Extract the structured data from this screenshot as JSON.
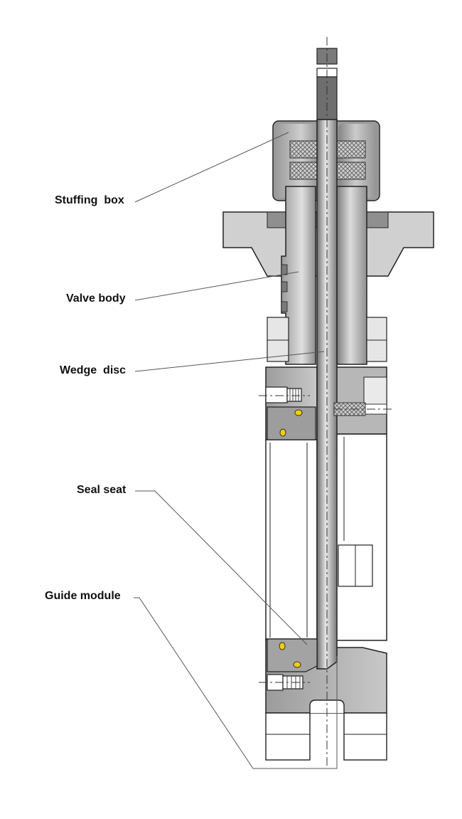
{
  "labels": {
    "stuffing_box": "Stuffing  box",
    "valve_body": "Valve body",
    "wedge_disc": "Wedge  disc",
    "seal_seat": "Seal seat",
    "guide_module": "Guide module"
  },
  "colors": {
    "background": "#ffffff",
    "metal_dark": "#8a8a8a",
    "metal_mid": "#b5b5b5",
    "metal_light": "#d9d9d9",
    "outline": "#222222",
    "seal_yellow": "#f2d000",
    "leader": "#555555"
  }
}
